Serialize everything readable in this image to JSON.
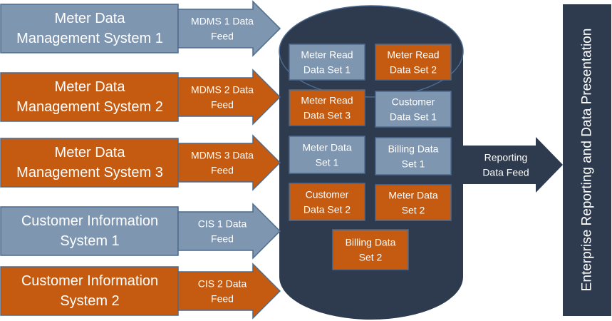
{
  "colors": {
    "blue": "#7f96b1",
    "orange": "#c55a11",
    "navy": "#2e3b4e",
    "box_border": "#4d6b8f",
    "text": "#ffffff"
  },
  "sources": [
    {
      "lines": [
        "Meter Data",
        "Management System 1"
      ],
      "color": "blue",
      "feed": [
        "MDMS 1  Data",
        "Feed"
      ]
    },
    {
      "lines": [
        "Meter Data",
        "Management System 2"
      ],
      "color": "orange",
      "feed": [
        "MDMS  2 Data",
        "Feed"
      ]
    },
    {
      "lines": [
        "Meter Data",
        "Management System 3"
      ],
      "color": "orange",
      "feed": [
        "MDMS 3  Data",
        "Feed"
      ]
    },
    {
      "lines": [
        "Customer Information",
        "System 1"
      ],
      "color": "blue",
      "feed": [
        "CIS 1 Data",
        "Feed"
      ]
    },
    {
      "lines": [
        "Customer Information",
        "System 2"
      ],
      "color": "orange",
      "feed": [
        "CIS 2 Data",
        "Feed"
      ]
    }
  ],
  "data_sets": [
    {
      "lines": [
        "Meter Read",
        "Data Set 1"
      ],
      "color": "blue"
    },
    {
      "lines": [
        "Meter Read",
        "Data Set 2"
      ],
      "color": "orange"
    },
    {
      "lines": [
        "Meter Read",
        "Data Set 3"
      ],
      "color": "orange"
    },
    {
      "lines": [
        "Customer",
        "Data Set 1"
      ],
      "color": "blue"
    },
    {
      "lines": [
        "Meter Data",
        "Set 1"
      ],
      "color": "blue"
    },
    {
      "lines": [
        "Billing Data",
        "Set 1"
      ],
      "color": "blue"
    },
    {
      "lines": [
        "Customer",
        "Data Set 2"
      ],
      "color": "orange"
    },
    {
      "lines": [
        "Meter Data",
        "Set 2"
      ],
      "color": "orange"
    },
    {
      "lines": [
        "Billing Data",
        "Set 2"
      ],
      "color": "orange"
    }
  ],
  "output_arrow": {
    "lines": [
      "Reporting",
      "Data Feed"
    ]
  },
  "presentation": {
    "label": "Enterprise Reporting and Data Presentation"
  }
}
